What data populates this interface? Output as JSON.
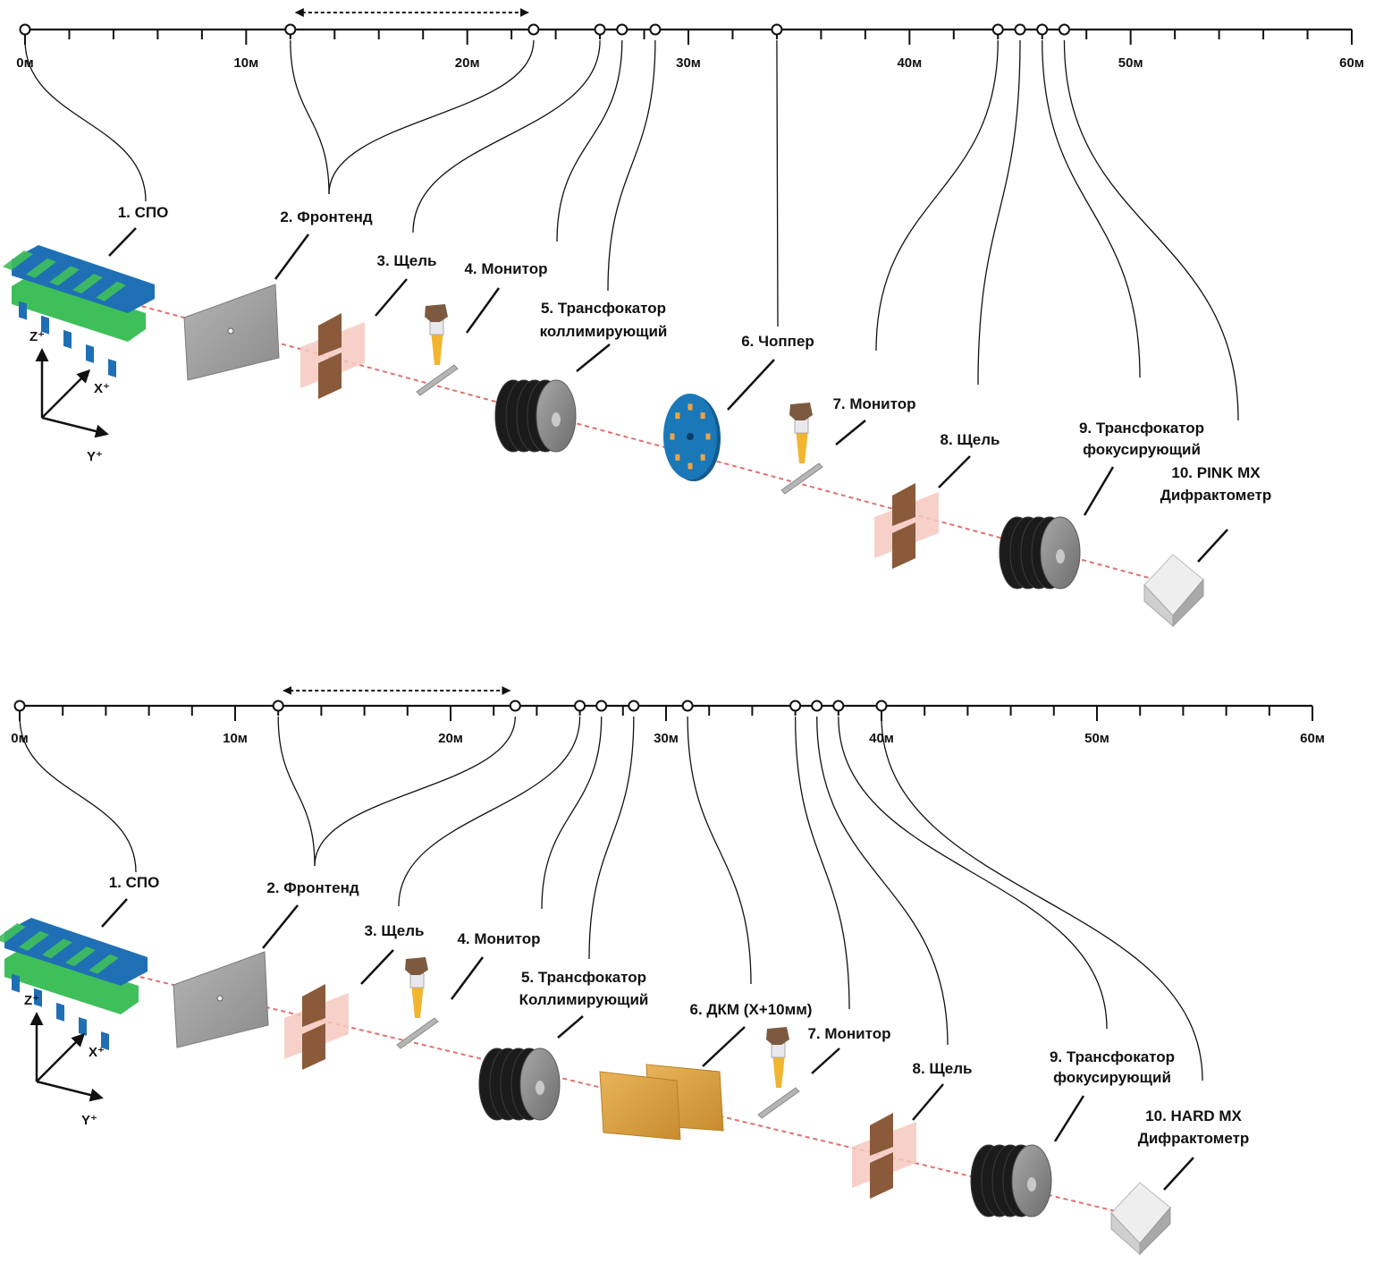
{
  "panels": [
    {
      "id": "pink",
      "ruler": {
        "min_m": 0,
        "max_m": 60,
        "major_step_m": 10,
        "minor_step_m": 2,
        "unit": "м",
        "tick_labels": [
          "0м",
          "10м",
          "20м",
          "30м",
          "40м",
          "50м",
          "60м"
        ],
        "markers_m": [
          0,
          12,
          23,
          26,
          27,
          28.5,
          34,
          44,
          45,
          46,
          47
        ],
        "range_arrow_m": [
          12,
          23
        ]
      },
      "components": [
        {
          "num": "1",
          "label": "1. СПО",
          "lines": [
            "1. СПО"
          ],
          "type": "mirror",
          "marker_idx": [
            0
          ]
        },
        {
          "num": "2",
          "label": "2. Фронтенд",
          "lines": [
            "2. Фронтенд"
          ],
          "type": "frontend",
          "marker_idx": [
            1,
            2
          ]
        },
        {
          "num": "3",
          "label": "3. Щель",
          "lines": [
            "3. Щель"
          ],
          "type": "slit",
          "marker_idx": [
            3
          ]
        },
        {
          "num": "4",
          "label": "4. Монитор",
          "lines": [
            "4. Монитор"
          ],
          "type": "monitor",
          "marker_idx": [
            4
          ]
        },
        {
          "num": "5",
          "label": "5. Трансфокатор коллимирующий",
          "lines": [
            "5. Трансфокатор",
            "коллимирующий"
          ],
          "type": "transfocator",
          "marker_idx": [
            5
          ]
        },
        {
          "num": "6",
          "label": "6. Чоппер",
          "lines": [
            "6. Чоппер"
          ],
          "type": "chopper",
          "marker_idx": [
            6
          ]
        },
        {
          "num": "7",
          "label": "7. Монитор",
          "lines": [
            "7. Монитор"
          ],
          "type": "monitor",
          "marker_idx": [
            7
          ]
        },
        {
          "num": "8",
          "label": "8. Щель",
          "lines": [
            "8. Щель"
          ],
          "type": "slit",
          "marker_idx": [
            8
          ]
        },
        {
          "num": "9",
          "label": "9. Трансфокатор фокусирующий",
          "lines": [
            "9. Трансфокатор",
            "фокусирующий"
          ],
          "type": "transfocator",
          "marker_idx": [
            9
          ]
        },
        {
          "num": "10",
          "label": "10. PINK MX Дифрактометр",
          "lines": [
            "10. PINK MX",
            "Дифрактометр"
          ],
          "type": "diffractometer",
          "marker_idx": [
            10
          ]
        }
      ],
      "axes": {
        "z": "Z⁺",
        "x": "X⁺",
        "y": "Y⁺"
      }
    },
    {
      "id": "hard",
      "ruler": {
        "min_m": 0,
        "max_m": 60,
        "major_step_m": 10,
        "minor_step_m": 2,
        "unit": "м",
        "tick_labels": [
          "0м",
          "10м",
          "20м",
          "30м",
          "40м",
          "50м",
          "60м"
        ],
        "markers_m": [
          0,
          12,
          23,
          26,
          27,
          28.5,
          31,
          36,
          37,
          38,
          40
        ],
        "range_arrow_m": [
          12,
          23
        ]
      },
      "components": [
        {
          "num": "1",
          "label": "1. СПО",
          "lines": [
            "1. СПО"
          ],
          "type": "mirror",
          "marker_idx": [
            0
          ]
        },
        {
          "num": "2",
          "label": "2. Фронтенд",
          "lines": [
            "2. Фронтенд"
          ],
          "type": "frontend",
          "marker_idx": [
            1,
            2
          ]
        },
        {
          "num": "3",
          "label": "3. Щель",
          "lines": [
            "3. Щель"
          ],
          "type": "slit",
          "marker_idx": [
            3
          ]
        },
        {
          "num": "4",
          "label": "4. Монитор",
          "lines": [
            "4. Монитор"
          ],
          "type": "monitor",
          "marker_idx": [
            4
          ]
        },
        {
          "num": "5",
          "label": "5. Трансфокатор Коллимирующий",
          "lines": [
            "5. Трансфокатор",
            "Коллимирующий"
          ],
          "type": "transfocator",
          "marker_idx": [
            5
          ]
        },
        {
          "num": "6",
          "label": "6. ДКМ (X+10мм)",
          "lines": [
            "6. ДКМ (X+10мм)"
          ],
          "type": "dcm",
          "marker_idx": [
            6
          ]
        },
        {
          "num": "7",
          "label": "7. Монитор",
          "lines": [
            "7. Монитор"
          ],
          "type": "monitor",
          "marker_idx": [
            7
          ]
        },
        {
          "num": "8",
          "label": "8. Щель",
          "lines": [
            "8. Щель"
          ],
          "type": "slit",
          "marker_idx": [
            8
          ]
        },
        {
          "num": "9",
          "label": "9. Трансфокатор фокусирующий",
          "lines": [
            "9. Трансфокатор",
            "фокусирующий"
          ],
          "type": "transfocator",
          "marker_idx": [
            9
          ]
        },
        {
          "num": "10",
          "label": "10. HARD MX Дифрактометр",
          "lines": [
            "10. HARD MX",
            "Дифрактометр"
          ],
          "type": "diffractometer",
          "marker_idx": [
            10
          ]
        }
      ],
      "axes": {
        "z": "Z⁺",
        "x": "X⁺",
        "y": "Y⁺"
      }
    }
  ],
  "colors": {
    "beam": "#e07070",
    "mirror_blue": "#1f6fb5",
    "mirror_green": "#3fbf5a",
    "frontend_gray": "#9a9a9a",
    "slit_brown": "#8a5a3a",
    "slit_pink": "#f6c9bf",
    "chopper_blue": "#1a78b8",
    "dcm_gold": "#e0a84a",
    "lens_black": "#1b1b1b",
    "lens_gray": "#8d8d8d"
  }
}
